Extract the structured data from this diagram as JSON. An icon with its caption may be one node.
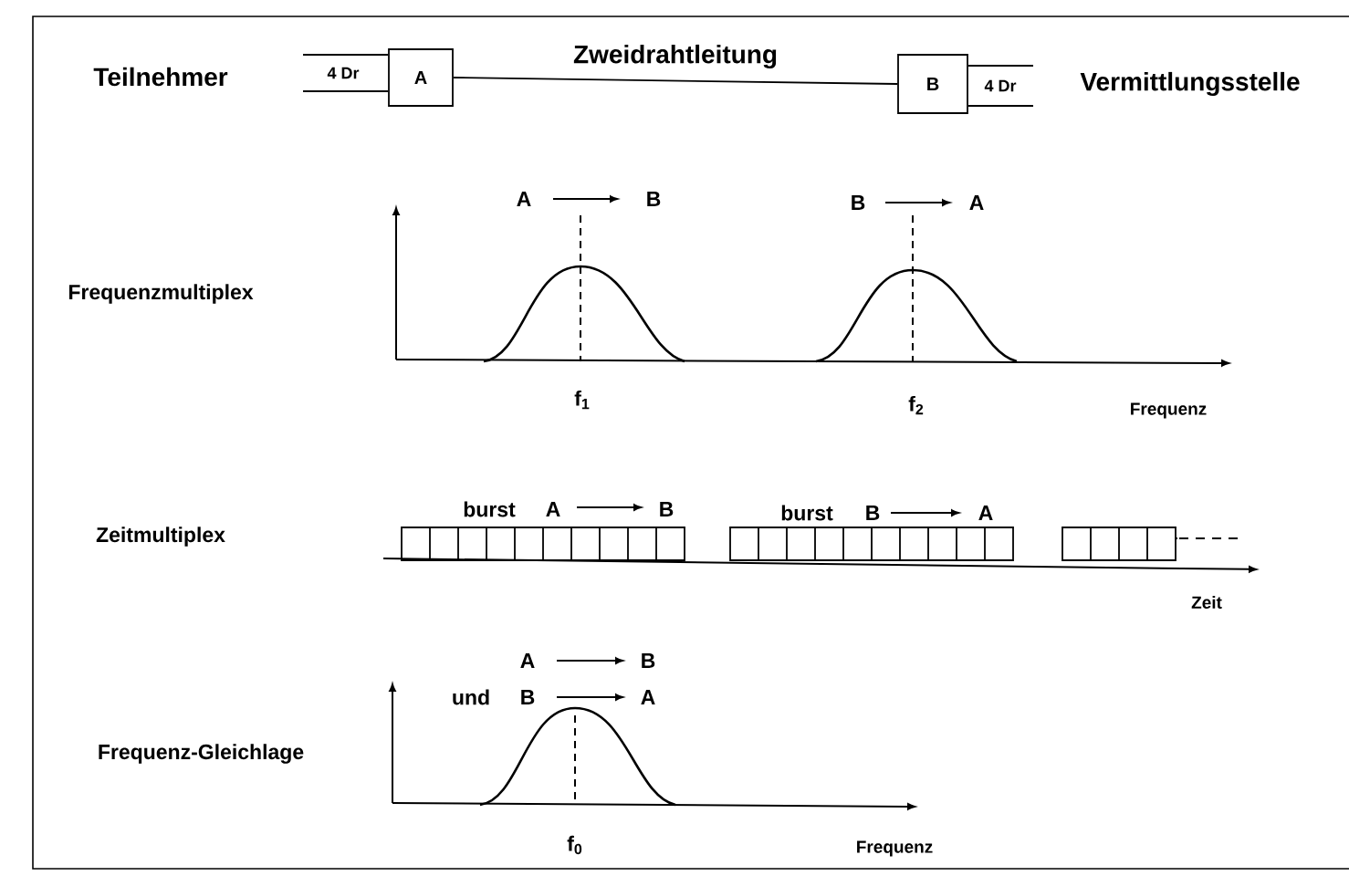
{
  "diagram": {
    "nodes": [
      {
        "text": [
          "A"
        ]
      },
      {
        "text": [
          "B"
        ]
      }
    ],
    "edges": [
      {
        "from": 0,
        "to": 1,
        "arrow": "none",
        "label": "Zweidrahtleitung"
      },
      {
        "from": null,
        "to": 0,
        "arrow": "none",
        "label": "4 Dr"
      },
      {
        "from": null,
        "to": 0,
        "arrow": "none"
      },
      {
        "from": 1,
        "to": null,
        "arrow": "none",
        "label": "4 Dr"
      },
      {
        "from": 1,
        "to": null,
        "arrow": "none"
      }
    ],
    "labels": [
      "Teilnehmer",
      "Vermittlungsstelle",
      "A",
      "B",
      "B",
      "A",
      "Frequenzmultiplex",
      "f$_{1}$",
      "f$_{2}$",
      "Frequenz",
      "burst",
      "A",
      "B",
      "burst",
      "B",
      "A",
      "Zeitmultiplex",
      "Zeit",
      "A",
      "B",
      "und",
      "B",
      "A",
      "Frequenz-Gleichlage",
      "f$_{0}$",
      "Frequenz"
    ]
  }
}
